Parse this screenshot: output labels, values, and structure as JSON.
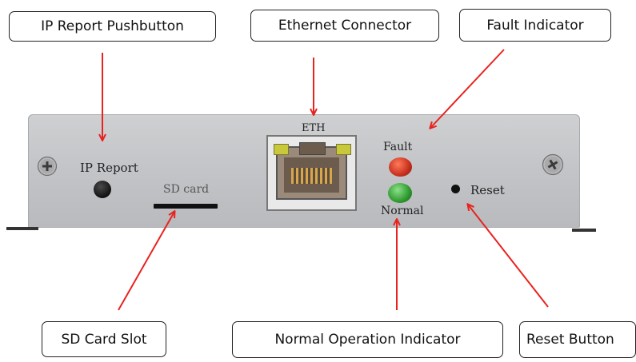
{
  "callouts": {
    "ip_report_pushbutton": "IP Report Pushbutton",
    "ethernet_connector": "Ethernet Connector",
    "fault_indicator": "Fault Indicator",
    "sd_card_slot": "SD Card Slot",
    "normal_operation_indicator": "Normal Operation Indicator",
    "reset_button": "Reset Button"
  },
  "panel_labels": {
    "ip_report": "IP Report",
    "sd_card": "SD card",
    "eth": "ETH",
    "fault": "Fault",
    "normal": "Normal",
    "reset": "Reset"
  },
  "colors": {
    "arrow": "#e8231f",
    "panel": "#c4c5c8",
    "fault_led": "#d8321e",
    "normal_led": "#2e9a2e",
    "eth_led": "#c8c83a"
  },
  "icons": [
    "screw-icon",
    "arrow-icon"
  ]
}
